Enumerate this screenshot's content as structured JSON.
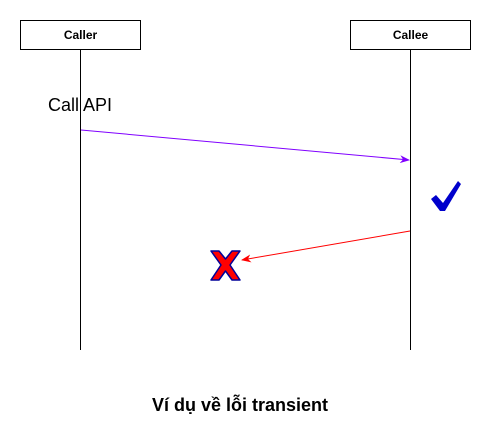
{
  "participants": {
    "caller": "Caller",
    "callee": "Callee"
  },
  "messages": {
    "call": {
      "label": "Call API",
      "color": "#8000ff"
    },
    "response": {
      "label": "",
      "color": "#ff0000"
    }
  },
  "markers": {
    "success": {
      "icon": "check-mark-icon",
      "color": "#0000cc"
    },
    "failure": {
      "icon": "cross-mark-icon",
      "color": "#ff0000",
      "outline": "#000099"
    }
  },
  "caption": "Ví dụ về lỗi transient"
}
